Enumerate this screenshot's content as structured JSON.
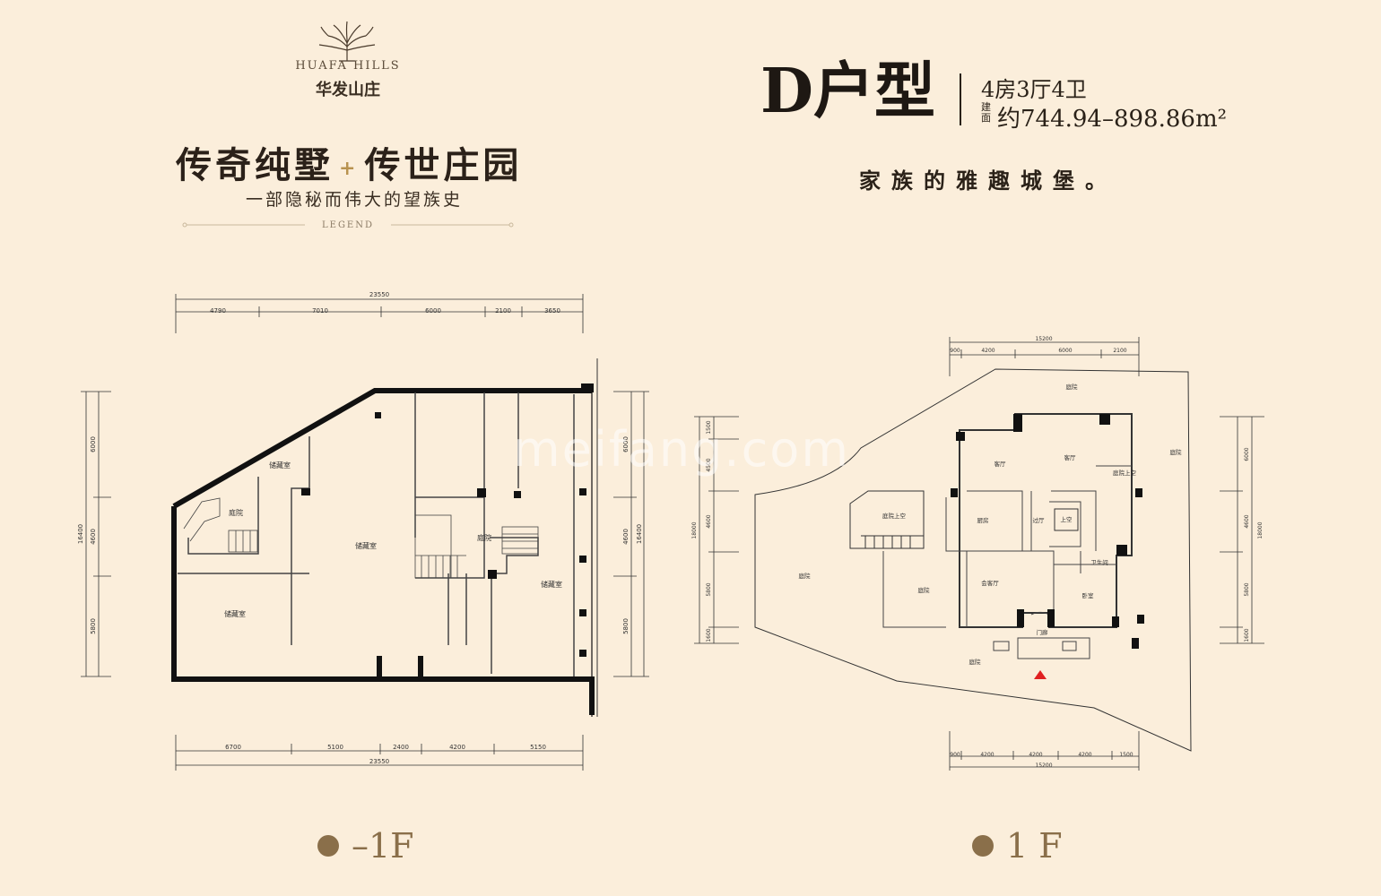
{
  "brand": {
    "logo_icon": "tree-logo-icon",
    "name_en": "HUAFA HILLS",
    "name_cn": "华发山庄"
  },
  "slogan": {
    "left": "传奇纯墅",
    "separator": "+",
    "right": "传世庄园",
    "subtitle": "一部隐秘而伟大的望族史",
    "legend": "LEGEND"
  },
  "unit": {
    "title": "D户型",
    "rooms": "4房3厅4卫",
    "area_label": "建面",
    "area": "约744.94–898.86m²",
    "tagline": "家族的雅趣城堡。"
  },
  "watermark": "meifang.com",
  "basement": {
    "floor_label": "–1F",
    "dims_top_total": "23550",
    "dims_top": [
      "4790",
      "7010",
      "6000",
      "2100",
      "3650"
    ],
    "dims_bottom": [
      "6700",
      "5100",
      "2400",
      "4200",
      "5150"
    ],
    "dims_bottom_total": "23550",
    "dims_left": [
      "6000",
      "4600",
      "5800"
    ],
    "dims_left_total": "16400",
    "dims_right": [
      "6000",
      "4600",
      "5800"
    ],
    "dims_right_total": "16400",
    "rooms": [
      "储藏室",
      "庭院",
      "储藏室",
      "储藏室",
      "庭院",
      "储藏室"
    ]
  },
  "ground": {
    "floor_label": "1 F",
    "dims_top_total": "15200",
    "dims_top": [
      "900",
      "4200",
      "6000",
      "2100"
    ],
    "dims_bottom": [
      "900",
      "4200",
      "4200",
      "4200",
      "1500"
    ],
    "dims_bottom_total": "15200",
    "dims_left": [
      "1500",
      "4500",
      "4600",
      "5800",
      "1600"
    ],
    "dims_left_total": "18000",
    "dims_right": [
      "6000",
      "4600",
      "5800",
      "1600"
    ],
    "dims_right_total": "18000",
    "rooms": [
      "庭院",
      "客厅",
      "客厅",
      "庭院",
      "庭院上空",
      "厨房",
      "过厅",
      "上空",
      "庭院上空",
      "庭院",
      "卫生间",
      "庭院",
      "会客厅",
      "卧室",
      "门廊",
      "庭院"
    ],
    "entry_color": "#e02020"
  }
}
